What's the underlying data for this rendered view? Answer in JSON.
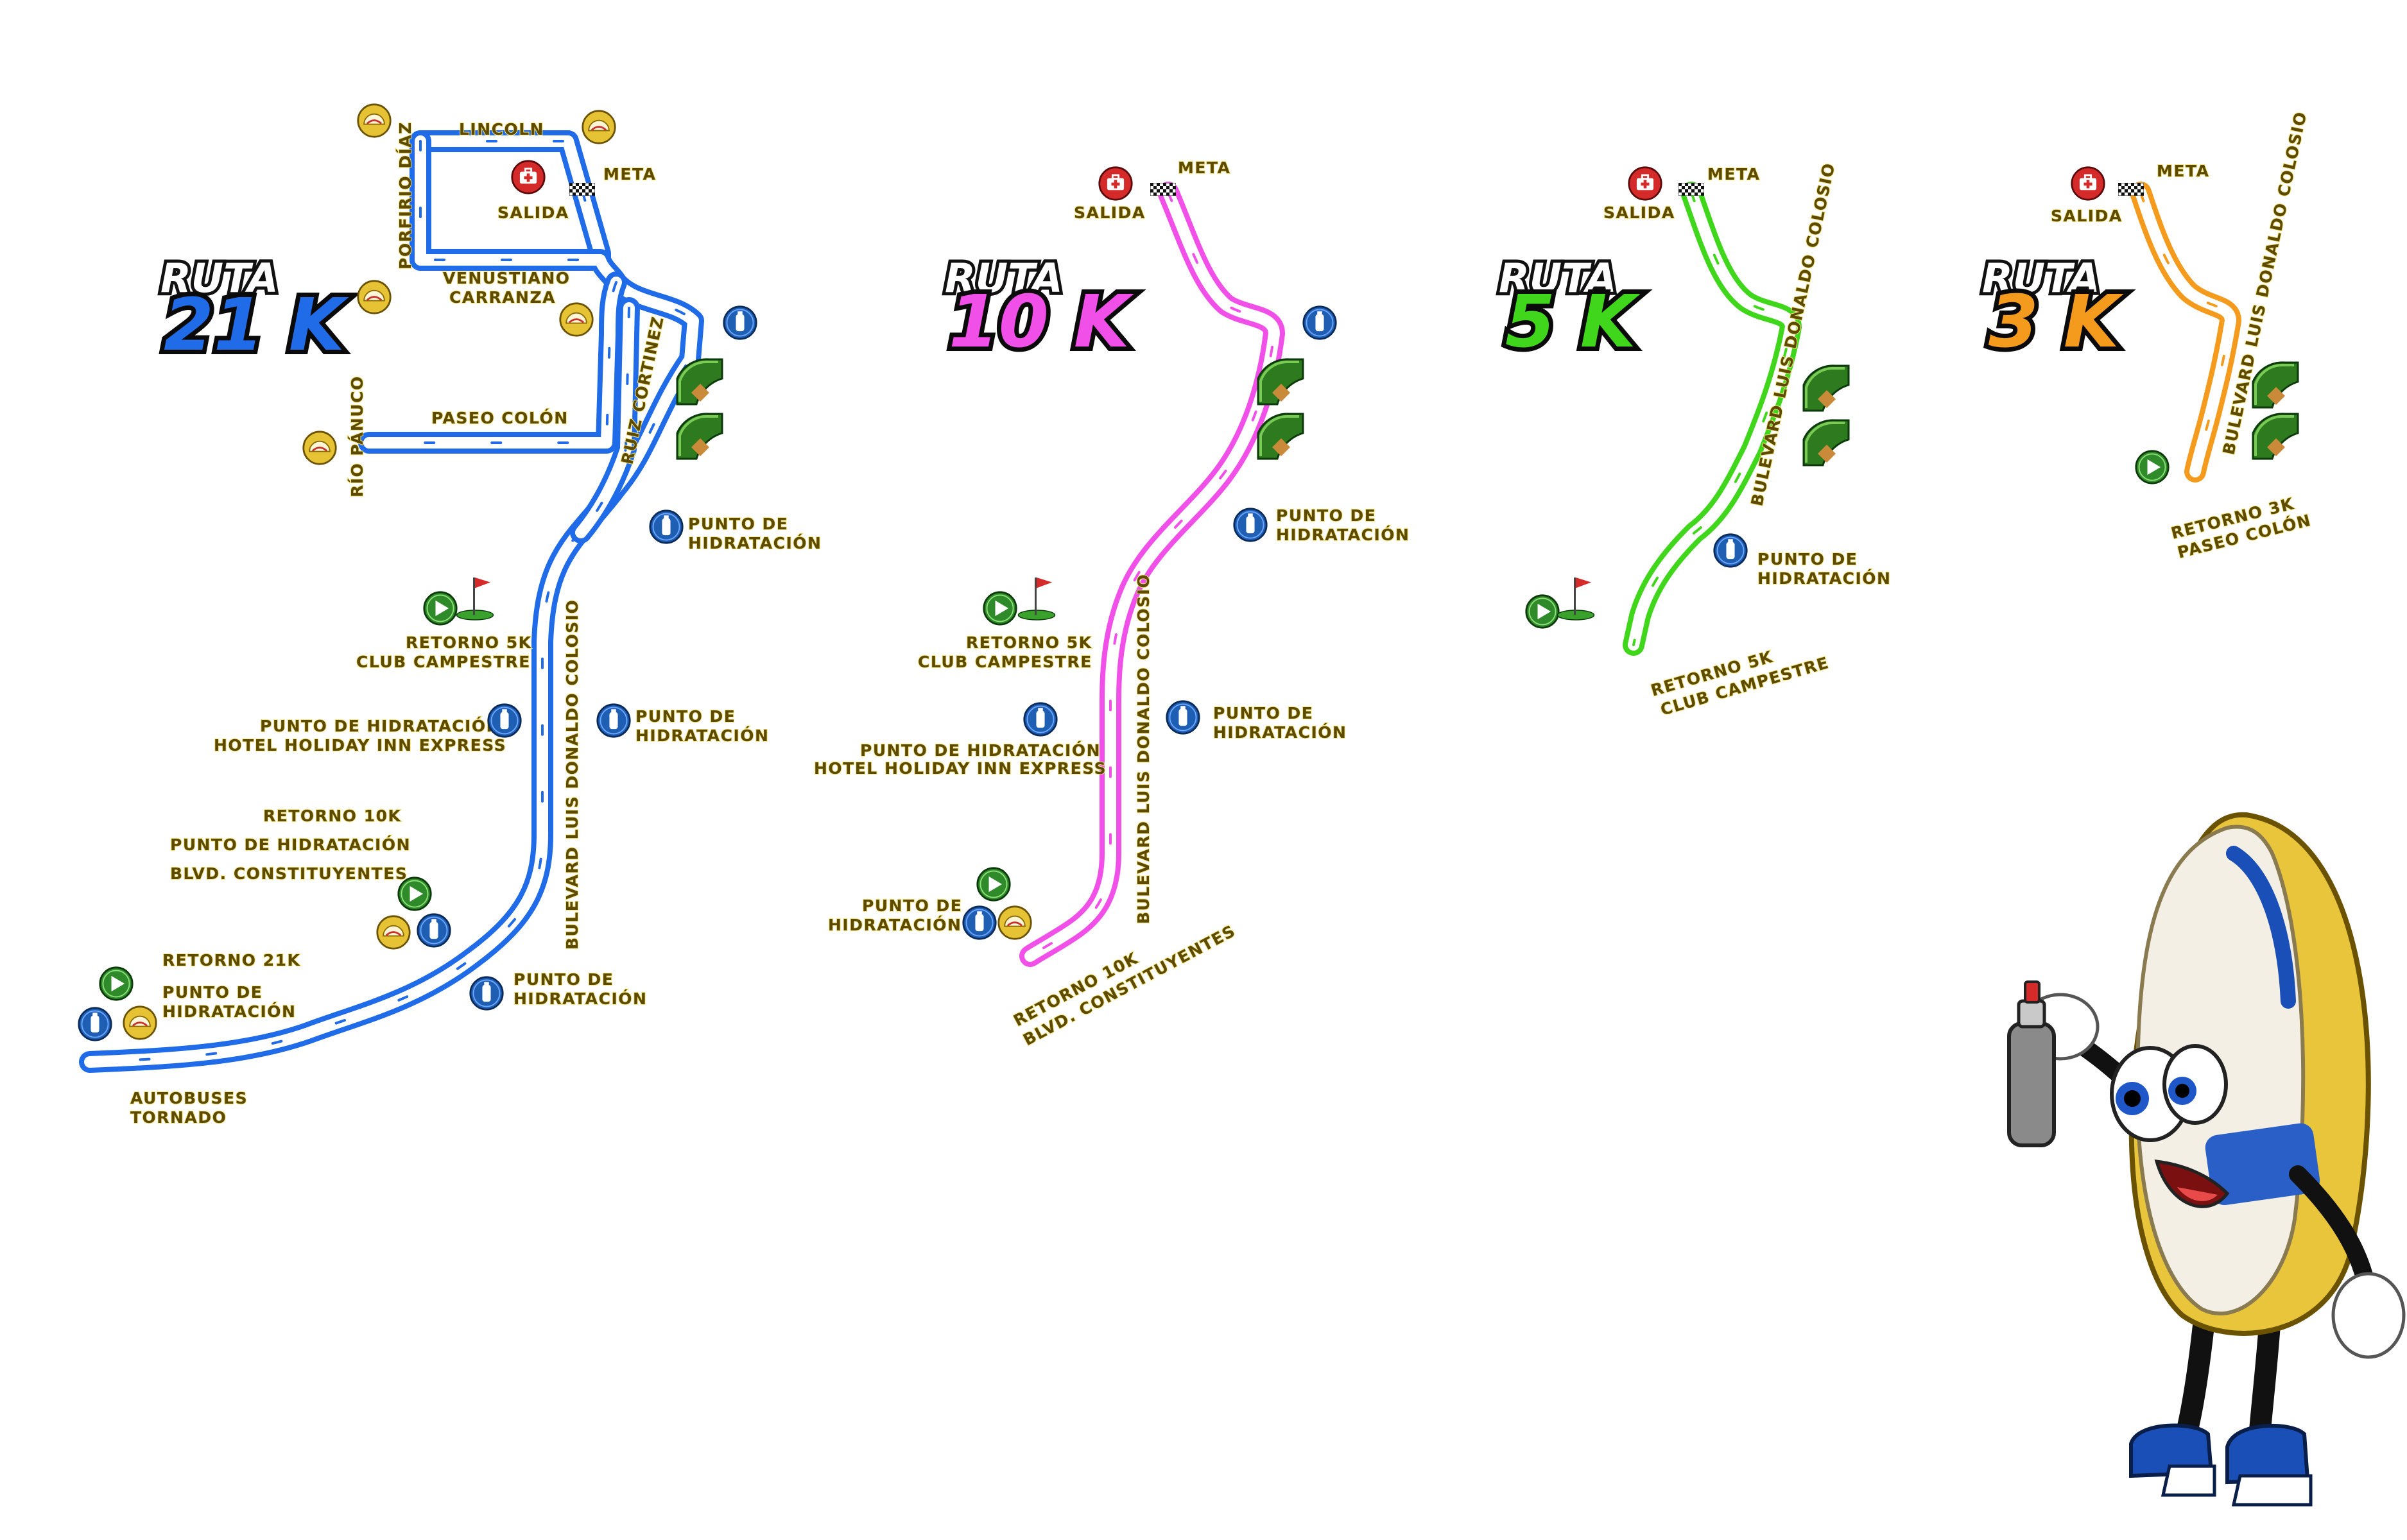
{
  "colors": {
    "route_21k": "#1f6be8",
    "route_10k": "#f04fe8",
    "route_5k": "#3fd61c",
    "route_3k": "#f49a1c",
    "label_text": "#4a3c00",
    "hydration_icon": "#1e5fb4",
    "medical_icon": "#d42a2a",
    "return_icon": "#2f8a2a",
    "taco_icon": "#e6c235",
    "baseball_icon": "#2d7a1f"
  },
  "routes": [
    {
      "id": "21k",
      "title": "RUTA",
      "distance": "21 K",
      "color": "#1f6be8",
      "labels": {
        "lincoln": "LINCOLN",
        "meta": "META",
        "salida": "SALIDA",
        "porfirio": "PORFIRIO DÍAZ",
        "venustiano_1": "VENUSTIANO",
        "venustiano_2": "CARRANZA",
        "paseo_colon": "PASEO COLÓN",
        "rio_panuco": "RÍO PÁNUCO",
        "ruiz_cortinez": "RUIZ CORTINEZ",
        "hid1_1": "PUNTO DE",
        "hid1_2": "HIDRATACIÓN",
        "retorno5_1": "RETORNO 5K",
        "retorno5_2": "CLUB CAMPESTRE",
        "hid_holiday_1": "PUNTO DE HIDRATACIÓN",
        "hid_holiday_2": "HOTEL HOLIDAY INN EXPRESS",
        "hid2_1": "PUNTO DE",
        "hid2_2": "HIDRATACIÓN",
        "bulevard": "BULEVARD LUIS DONALDO COLOSIO",
        "retorno10_1": "RETORNO 10K",
        "retorno10_2": "PUNTO DE HIDRATACIÓN",
        "retorno10_3": "BLVD. CONSTITUYENTES",
        "retorno21": "RETORNO 21K",
        "hid3_1": "PUNTO DE",
        "hid3_2": "HIDRATACIÓN",
        "hid4_1": "PUNTO DE",
        "hid4_2": "HIDRATACIÓN",
        "autobuses_1": "AUTOBUSES",
        "autobuses_2": "TORNADO"
      }
    },
    {
      "id": "10k",
      "title": "RUTA",
      "distance": "10 K",
      "color": "#f04fe8",
      "labels": {
        "meta": "META",
        "salida": "SALIDA",
        "hid1_1": "PUNTO DE",
        "hid1_2": "HIDRATACIÓN",
        "retorno5_1": "RETORNO 5K",
        "retorno5_2": "CLUB CAMPESTRE",
        "hid_holiday_1": "PUNTO DE HIDRATACIÓN",
        "hid_holiday_2": "HOTEL HOLIDAY INN EXPRESS",
        "hid2_1": "PUNTO DE",
        "hid2_2": "HIDRATACIÓN",
        "bulevard": "BULEVARD LUIS DONALDO COLOSIO",
        "hid3_1": "PUNTO DE",
        "hid3_2": "HIDRATACIÓN",
        "retorno10_1": "RETORNO 10K",
        "retorno10_2": "BLVD. CONSTITUYENTES"
      }
    },
    {
      "id": "5k",
      "title": "RUTA",
      "distance": "5 K",
      "color": "#3fd61c",
      "labels": {
        "meta": "META",
        "salida": "SALIDA",
        "bulevard": "BULEVARD LUIS DONALDO COLOSIO",
        "hid1_1": "PUNTO DE",
        "hid1_2": "HIDRATACIÓN",
        "retorno5_1": "RETORNO 5K",
        "retorno5_2": "CLUB CAMPESTRE"
      }
    },
    {
      "id": "3k",
      "title": "RUTA",
      "distance": "3 K",
      "color": "#f49a1c",
      "labels": {
        "meta": "META",
        "salida": "SALIDA",
        "bulevard": "BULEVARD LUIS DONALDO COLOSIO",
        "retorno3_1": "RETORNO 3K",
        "retorno3_2": "PASEO COLÓN"
      }
    }
  ]
}
